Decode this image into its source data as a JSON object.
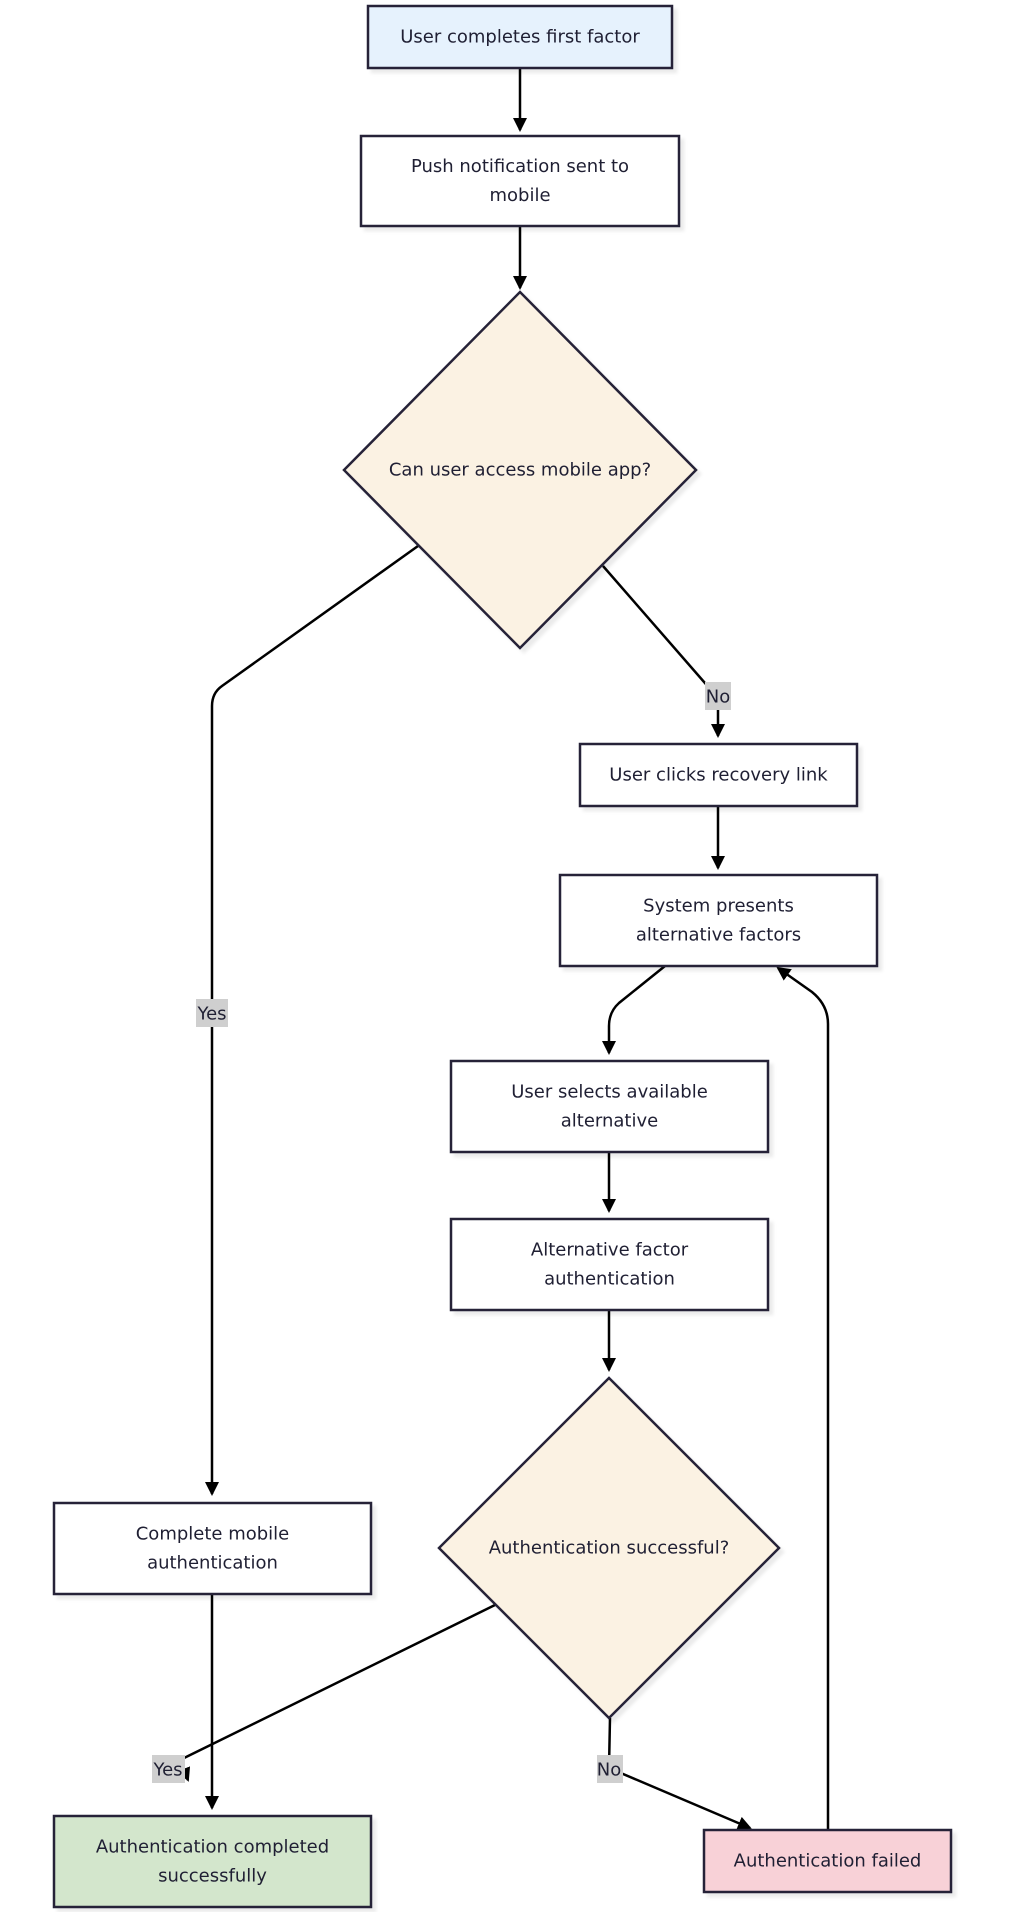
{
  "nodes": {
    "start": {
      "lines": [
        "User completes first factor"
      ],
      "fill": "#e6f2fd"
    },
    "push": {
      "lines": [
        "Push notification sent to",
        "mobile"
      ],
      "fill": "#ffffff"
    },
    "q_mobile": {
      "lines": [
        "Can user access mobile app?"
      ],
      "fill": "#fbf2e3"
    },
    "recovery": {
      "lines": [
        "User clicks recovery link"
      ],
      "fill": "#ffffff"
    },
    "presents": {
      "lines": [
        "System presents",
        "alternative factors"
      ],
      "fill": "#ffffff"
    },
    "selects": {
      "lines": [
        "User selects available",
        "alternative"
      ],
      "fill": "#ffffff"
    },
    "alt_auth": {
      "lines": [
        "Alternative factor",
        "authentication"
      ],
      "fill": "#ffffff"
    },
    "q_success": {
      "lines": [
        "Authentication successful?"
      ],
      "fill": "#fbf2e3"
    },
    "complete_mobile": {
      "lines": [
        "Complete mobile",
        "authentication"
      ],
      "fill": "#ffffff"
    },
    "completed": {
      "lines": [
        "Authentication completed",
        "successfully"
      ],
      "fill": "#d3e6cc"
    },
    "failed": {
      "lines": [
        "Authentication failed"
      ],
      "fill": "#f8d1d7"
    }
  },
  "edge_labels": {
    "q_mobile_no": "No",
    "q_mobile_yes": "Yes",
    "q_success_yes": "Yes",
    "q_success_no": "No"
  },
  "colors": {
    "stroke": "#252438",
    "edge": "#000000",
    "label_bg": "#cfcfcf"
  }
}
